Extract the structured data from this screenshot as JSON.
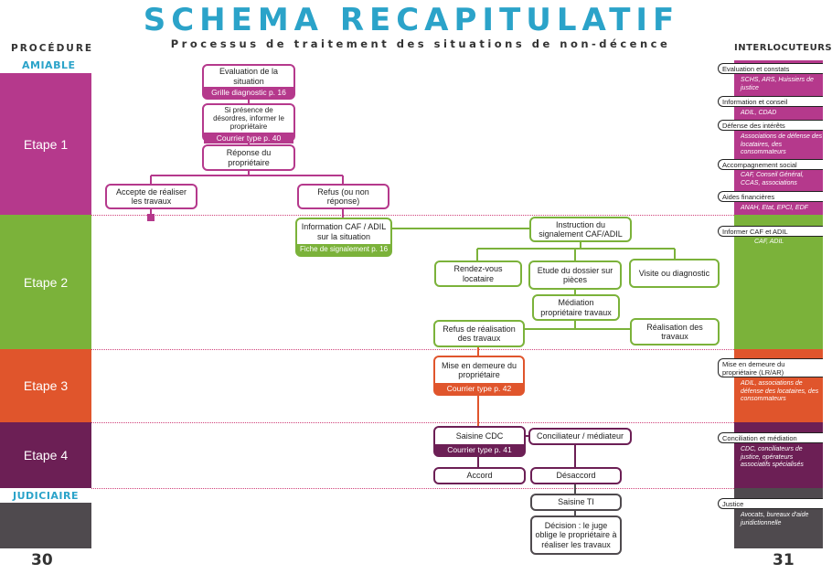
{
  "title": "SCHEMA RECAPITULATIF",
  "subtitle": "Processus de traitement des situations   de   non-décence",
  "left_header": "PROCÉDURE",
  "right_header": "INTERLOCUTEURS",
  "phases": {
    "amiable": "AMIABLE",
    "judiciaire": "JUDICIAIRE"
  },
  "etapes": [
    "Etape 1",
    "Etape 2",
    "Etape 3",
    "Etape 4"
  ],
  "pages": {
    "left": "30",
    "right": "31"
  },
  "colors": {
    "magenta": "#b5398c",
    "green": "#7bb23a",
    "orange": "#e0552c",
    "purple": "#6c1f55",
    "grey": "#4f4a4e",
    "blue": "#2ba3c9"
  },
  "nodes": {
    "evaluation": {
      "text": "Evaluation de la situation",
      "footer": "Grille diagnostic p. 16"
    },
    "si_presence": {
      "text": "Si présence de désordres, informer le propriétaire",
      "footer": "Courrier type p. 40"
    },
    "reponse": {
      "text": "Réponse du propriétaire"
    },
    "accepte": {
      "text": "Accepte de réaliser les travaux"
    },
    "refus": {
      "text": "Refus (ou non réponse)"
    },
    "info_caf": {
      "text": "Information CAF / ADIL sur la situation",
      "footer": "Fiche de signalement p. 16"
    },
    "instruction": {
      "text": "Instruction du signalement CAF/ADIL"
    },
    "rdv": {
      "text": "Rendez-vous locataire"
    },
    "etude": {
      "text": "Etude du dossier sur pièces"
    },
    "visite": {
      "text": "Visite ou diagnostic"
    },
    "mediation": {
      "text": "Médiation propriétaire travaux"
    },
    "refus_realisation": {
      "text": "Refus de réalisation des travaux"
    },
    "realisation": {
      "text": "Réalisation des travaux"
    },
    "mise_demeure": {
      "text": "Mise en demeure du propriétaire",
      "footer": "Courrier type p. 42"
    },
    "saisine_cdc": {
      "text": "Saisine CDC",
      "footer": "Courrier type p. 41"
    },
    "conciliateur": {
      "text": "Conciliateur / médiateur"
    },
    "accord": {
      "text": "Accord"
    },
    "desaccord": {
      "text": "Désaccord"
    },
    "saisine_ti": {
      "text": "Saisine TI"
    },
    "decision": {
      "text": "Décision : le juge oblige le propriétaire à réaliser les travaux"
    }
  },
  "interlocutors": [
    {
      "label": "Evaluation et constats",
      "detail": "SCHS, ARS, Huissiers de justice"
    },
    {
      "label": "Information et conseil",
      "detail": "ADIL, CDAD"
    },
    {
      "label": "Défense des intérêts",
      "detail": "Associations de défense des locataires, des consommateurs"
    },
    {
      "label": "Accompagnement social",
      "detail": "CAF, Conseil Général, CCAS, associations"
    },
    {
      "label": "Aides financières",
      "detail": "ANAH, Etat, EPCI, EDF"
    },
    {
      "label": "Informer CAF et ADIL",
      "detail": "CAF, ADIL"
    },
    {
      "label": "Mise en demeure du propriétaire (LR/AR)",
      "detail": "ADIL, associations de défense des locataires, des consommateurs"
    },
    {
      "label": "Conciliation et médiation",
      "detail": "CDC, conciliateurs de justice, opérateurs associatifs spécialisés"
    },
    {
      "label": "Justice",
      "detail": "Avocats, bureaux d'aide juridictionnelle"
    }
  ]
}
